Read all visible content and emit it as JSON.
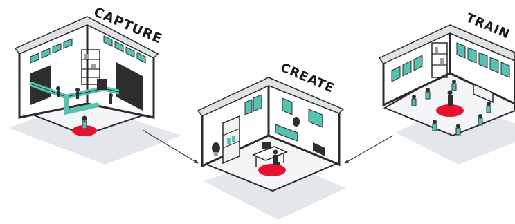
{
  "labels": {
    "capture": "CAPTURE",
    "create": "CREATE",
    "train": "TRAIN"
  },
  "colors": {
    "background": "#ffffff",
    "floor_shadow": "#e3e6ea",
    "wall_outline": "#2b2b2b",
    "wall_fill": "#ffffff",
    "floor_fill": "#f6f7f8",
    "accent_teal": "#56c2b4",
    "accent_red": "#e8112d",
    "machine_dark": "#2e2e2e",
    "connector": "#3a3a3a"
  },
  "rooms": [
    {
      "id": "capture",
      "theme": "factory-line"
    },
    {
      "id": "create",
      "theme": "office-workstation"
    },
    {
      "id": "train",
      "theme": "training-room"
    }
  ],
  "connectors": [
    {
      "from": "capture",
      "to": "create",
      "arrowhead": "end"
    },
    {
      "from": "train",
      "to": "create",
      "arrowhead": "end"
    }
  ]
}
